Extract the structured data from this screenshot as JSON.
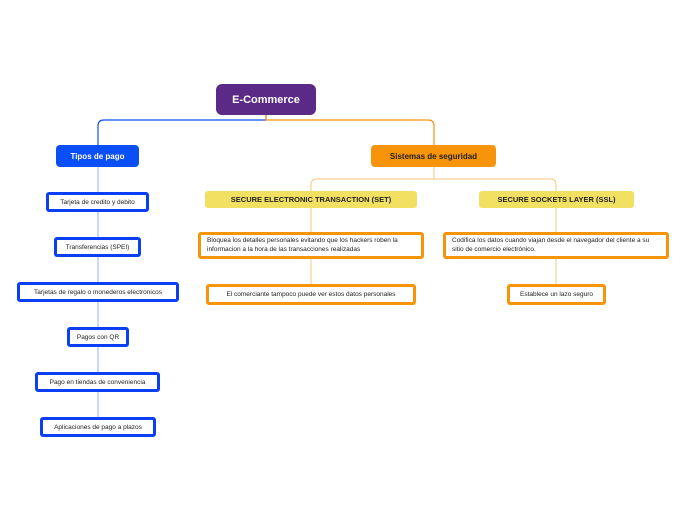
{
  "colors": {
    "root": "#5b2a86",
    "payment_branch": "#0a4ff5",
    "security_branch": "#f7940a",
    "subtopic": "#f2e063"
  },
  "root": {
    "label": "E-Commerce"
  },
  "payment": {
    "label": "Tipos de pago",
    "items": [
      "Tarjeta de credito y debito",
      "Transferencias (SPEI)",
      "Tarjetas de regalo o monederos electronicos",
      "Pagos con QR",
      "Pago en tiendas de conveniencia",
      "Aplicaciones de pago a plazos"
    ]
  },
  "security": {
    "label": "Sistemas de seguridad",
    "set": {
      "label": "SECURE ELECTRONIC TRANSACTION (SET)",
      "items": [
        "Bloquea los detalles personales evitando que los hackers roben la informacion a la hora de las transacciones realizadas",
        "El comerciante tampoco puede ver estos datos personales"
      ]
    },
    "ssl": {
      "label": "SECURE SOCKETS LAYER (SSL)",
      "items": [
        "Codifica los datos cuando viajan desde el navegador del cliente a su sitio de comercio electrónico.",
        "Establece un lazo seguro"
      ]
    }
  }
}
